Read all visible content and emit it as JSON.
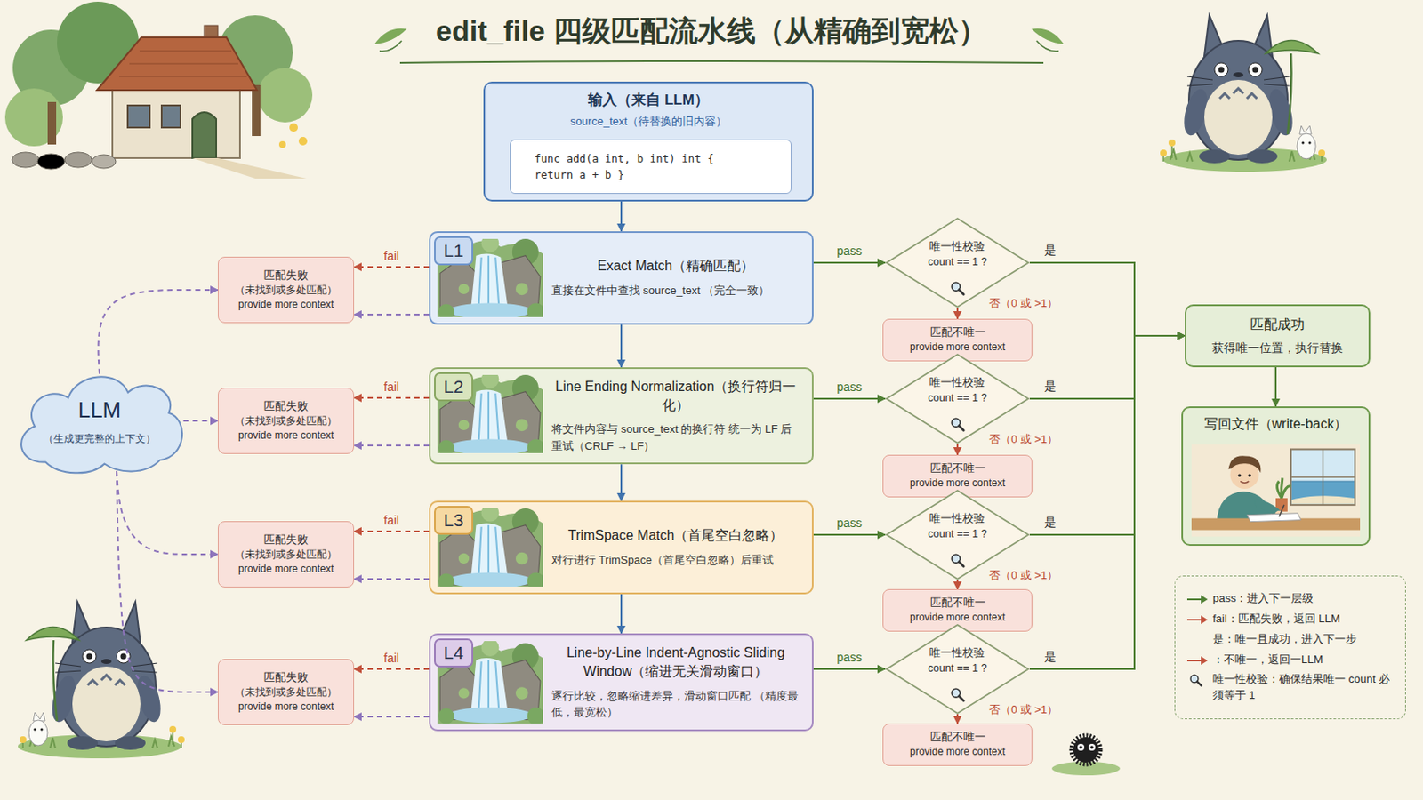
{
  "diagram": {
    "title": "edit_file 四级匹配流水线（从精确到宽松）",
    "nodes": [
      {
        "text": [
          "输入（来自 LLM）",
          "source_text（待替换的旧内容）"
        ]
      },
      {
        "text": [
          "func add(a int, b int) int { return a + b }"
        ],
        "in": 0
      },
      {
        "text": [
          "Exact Match（精确匹配）",
          "直接在文件中查找 source_text （完全一致）"
        ]
      },
      {
        "text": [
          "L1"
        ],
        "in": 2
      },
      {
        "text": [
          "匹配失败",
          "（未找到或多处匹配）",
          "provide more context"
        ]
      },
      {
        "text": [
          "唯一性校验",
          "count == 1 ?"
        ]
      },
      {
        "text": [
          "匹配不唯一",
          "provide more context"
        ]
      },
      {
        "text": [
          "Line Ending Normalization（换行符归一化）",
          "将文件内容与 source_text 的换行符 统一为 LF 后重试（CRLF → LF）"
        ]
      },
      {
        "text": [
          "L2"
        ],
        "in": 7
      },
      {
        "text": [
          "匹配失败",
          "（未找到或多处匹配）",
          "provide more context"
        ]
      },
      {
        "text": [
          "唯一性校验",
          "count == 1 ?"
        ]
      },
      {
        "text": [
          "匹配不唯一",
          "provide more context"
        ]
      },
      {
        "text": [
          "TrimSpace Match（首尾空白忽略）",
          "对行进行 TrimSpace（首尾空白忽略）后重试"
        ]
      },
      {
        "text": [
          "L3"
        ],
        "in": 12
      },
      {
        "text": [
          "匹配失败",
          "（未找到或多处匹配）",
          "provide more context"
        ]
      },
      {
        "text": [
          "唯一性校验",
          "count == 1 ?"
        ]
      },
      {
        "text": [
          "匹配不唯一",
          "provide more context"
        ]
      },
      {
        "text": [
          "Line-by-Line Indent-Agnostic Sliding Window（缩进无关滑动窗口）",
          "逐行比较，忽略缩进差异，滑动窗口匹配 （精度最低，最宽松）"
        ]
      },
      {
        "text": [
          "L4"
        ],
        "in": 17
      },
      {
        "text": [
          "匹配失败",
          "（未找到或多处匹配）",
          "provide more context"
        ]
      },
      {
        "text": [
          "唯一性校验",
          "count == 1 ?"
        ]
      },
      {
        "text": [
          "匹配不唯一",
          "provide more context"
        ]
      },
      {
        "text": [
          "LLM",
          "（生成更完整的上下文）"
        ]
      },
      {
        "text": [
          "匹配成功",
          "获得唯一位置，执行替换"
        ]
      },
      {
        "text": [
          "写回文件（write-back）"
        ]
      }
    ],
    "edges": [
      {
        "from": 0,
        "to": 2,
        "arrow": "to"
      },
      {
        "from": 2,
        "to": 7,
        "arrow": "to"
      },
      {
        "from": 7,
        "to": 12,
        "arrow": "to"
      },
      {
        "from": 12,
        "to": 17,
        "arrow": "to"
      },
      {
        "from": 2,
        "to": 4,
        "arrow": "to",
        "label": "fail"
      },
      {
        "from": 2,
        "to": 4,
        "arrow": "to"
      },
      {
        "from": 22,
        "to": 4,
        "arrow": "to"
      },
      {
        "from": 2,
        "to": 5,
        "arrow": "to",
        "label": "pass"
      },
      {
        "from": 5,
        "to": 23,
        "arrow": "to",
        "label": "是"
      },
      {
        "from": 5,
        "to": 6,
        "arrow": "to",
        "label": "否（0 或 >1）"
      },
      {
        "from": 7,
        "to": 9,
        "arrow": "to",
        "label": "fail"
      },
      {
        "from": 7,
        "to": 9,
        "arrow": "to"
      },
      {
        "from": 22,
        "to": 9,
        "arrow": "to"
      },
      {
        "from": 7,
        "to": 10,
        "arrow": "to",
        "label": "pass"
      },
      {
        "from": 10,
        "to": 23,
        "arrow": "to",
        "label": "是"
      },
      {
        "from": 10,
        "to": 11,
        "arrow": "to",
        "label": "否（0 或 >1）"
      },
      {
        "from": 12,
        "to": 14,
        "arrow": "to",
        "label": "fail"
      },
      {
        "from": 12,
        "to": 14,
        "arrow": "to"
      },
      {
        "from": 22,
        "to": 14,
        "arrow": "to"
      },
      {
        "from": 12,
        "to": 15,
        "arrow": "to",
        "label": "pass"
      },
      {
        "from": 15,
        "to": 23,
        "arrow": "to",
        "label": "是"
      },
      {
        "from": 15,
        "to": 16,
        "arrow": "to",
        "label": "否（0 或 >1）"
      },
      {
        "from": 17,
        "to": 19,
        "arrow": "to",
        "label": "fail"
      },
      {
        "from": 17,
        "to": 19,
        "arrow": "to"
      },
      {
        "from": 22,
        "to": 19,
        "arrow": "to"
      },
      {
        "from": 17,
        "to": 20,
        "arrow": "to",
        "label": "pass"
      },
      {
        "from": 20,
        "to": 23,
        "arrow": "to",
        "label": "是"
      },
      {
        "from": 20,
        "to": 21,
        "arrow": "to",
        "label": "否（0 或 >1）"
      },
      {
        "from": 23,
        "to": 24,
        "arrow": "to"
      }
    ],
    "legend": [
      {
        "text": "pass：进入下一层级"
      },
      {
        "text": "fail：匹配失败，返回 LLM"
      },
      {
        "text": "是：唯一且成功，进入下一步"
      },
      {
        "text": "：不唯一，返回一LLM"
      },
      {
        "text": "唯一性校验：确保结果唯一 count 必须等于 1"
      }
    ]
  }
}
